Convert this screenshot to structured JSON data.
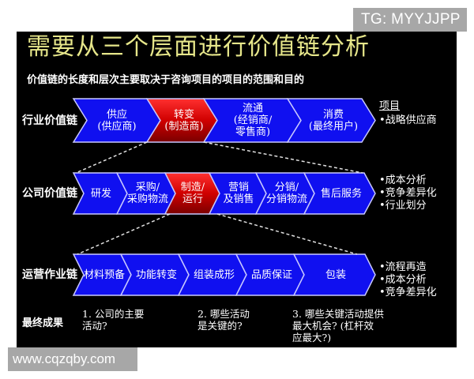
{
  "watermarks": {
    "tg": "TG: MYYJJPP",
    "site": "www.cqzqby.com"
  },
  "slide": {
    "title": "需要从三个层面进行价值链分析",
    "subtitle": "价值链的长度和层次主要取决于咨询项目的项目的范围和目的"
  },
  "colors": {
    "chevron_blue": "#1010f0",
    "chevron_red": "#c00000",
    "chevron_border": "#c8c8ff",
    "title_yellow": "#e6e68a",
    "background": "#000000"
  },
  "rows": [
    {
      "label": "行业价值链",
      "segments": [
        {
          "text": "供应\n(供应商)",
          "highlight": false
        },
        {
          "text": "转变\n(制造商)",
          "highlight": true
        },
        {
          "text": "流通\n(经销商/\n零售商)",
          "highlight": false
        },
        {
          "text": "消费\n(最终用户)",
          "highlight": false
        }
      ],
      "side": {
        "heading": "项目",
        "items": [
          "•战略供应商"
        ]
      }
    },
    {
      "label": "公司价值链",
      "segments": [
        {
          "text": "研发",
          "highlight": false
        },
        {
          "text": "采购/\n采购物流",
          "highlight": false
        },
        {
          "text": "制造/\n运行",
          "highlight": true
        },
        {
          "text": "营销\n及销售",
          "highlight": false
        },
        {
          "text": "分销/\n分销物流",
          "highlight": false
        },
        {
          "text": "售后服务",
          "highlight": false
        }
      ],
      "side": {
        "items": [
          "•成本分析",
          "•竞争差异化",
          "•行业划分"
        ]
      }
    },
    {
      "label": "运营作业链",
      "segments": [
        {
          "text": "材料预备",
          "highlight": false
        },
        {
          "text": "功能转变",
          "highlight": false
        },
        {
          "text": "组装成形",
          "highlight": false
        },
        {
          "text": "品质保证",
          "highlight": false
        },
        {
          "text": "包装",
          "highlight": false
        }
      ],
      "side": {
        "items": [
          "•流程再造",
          "•成本分析",
          "•竞争差异化"
        ]
      }
    }
  ],
  "results": {
    "label": "最终成果",
    "items": [
      "1. 公司的主要\n   活动?",
      "2. 哪些活动\n   是关键的?",
      "3.  哪些关键活动提供\n    最大机会? (杠杆效\n    应最大?)"
    ]
  }
}
